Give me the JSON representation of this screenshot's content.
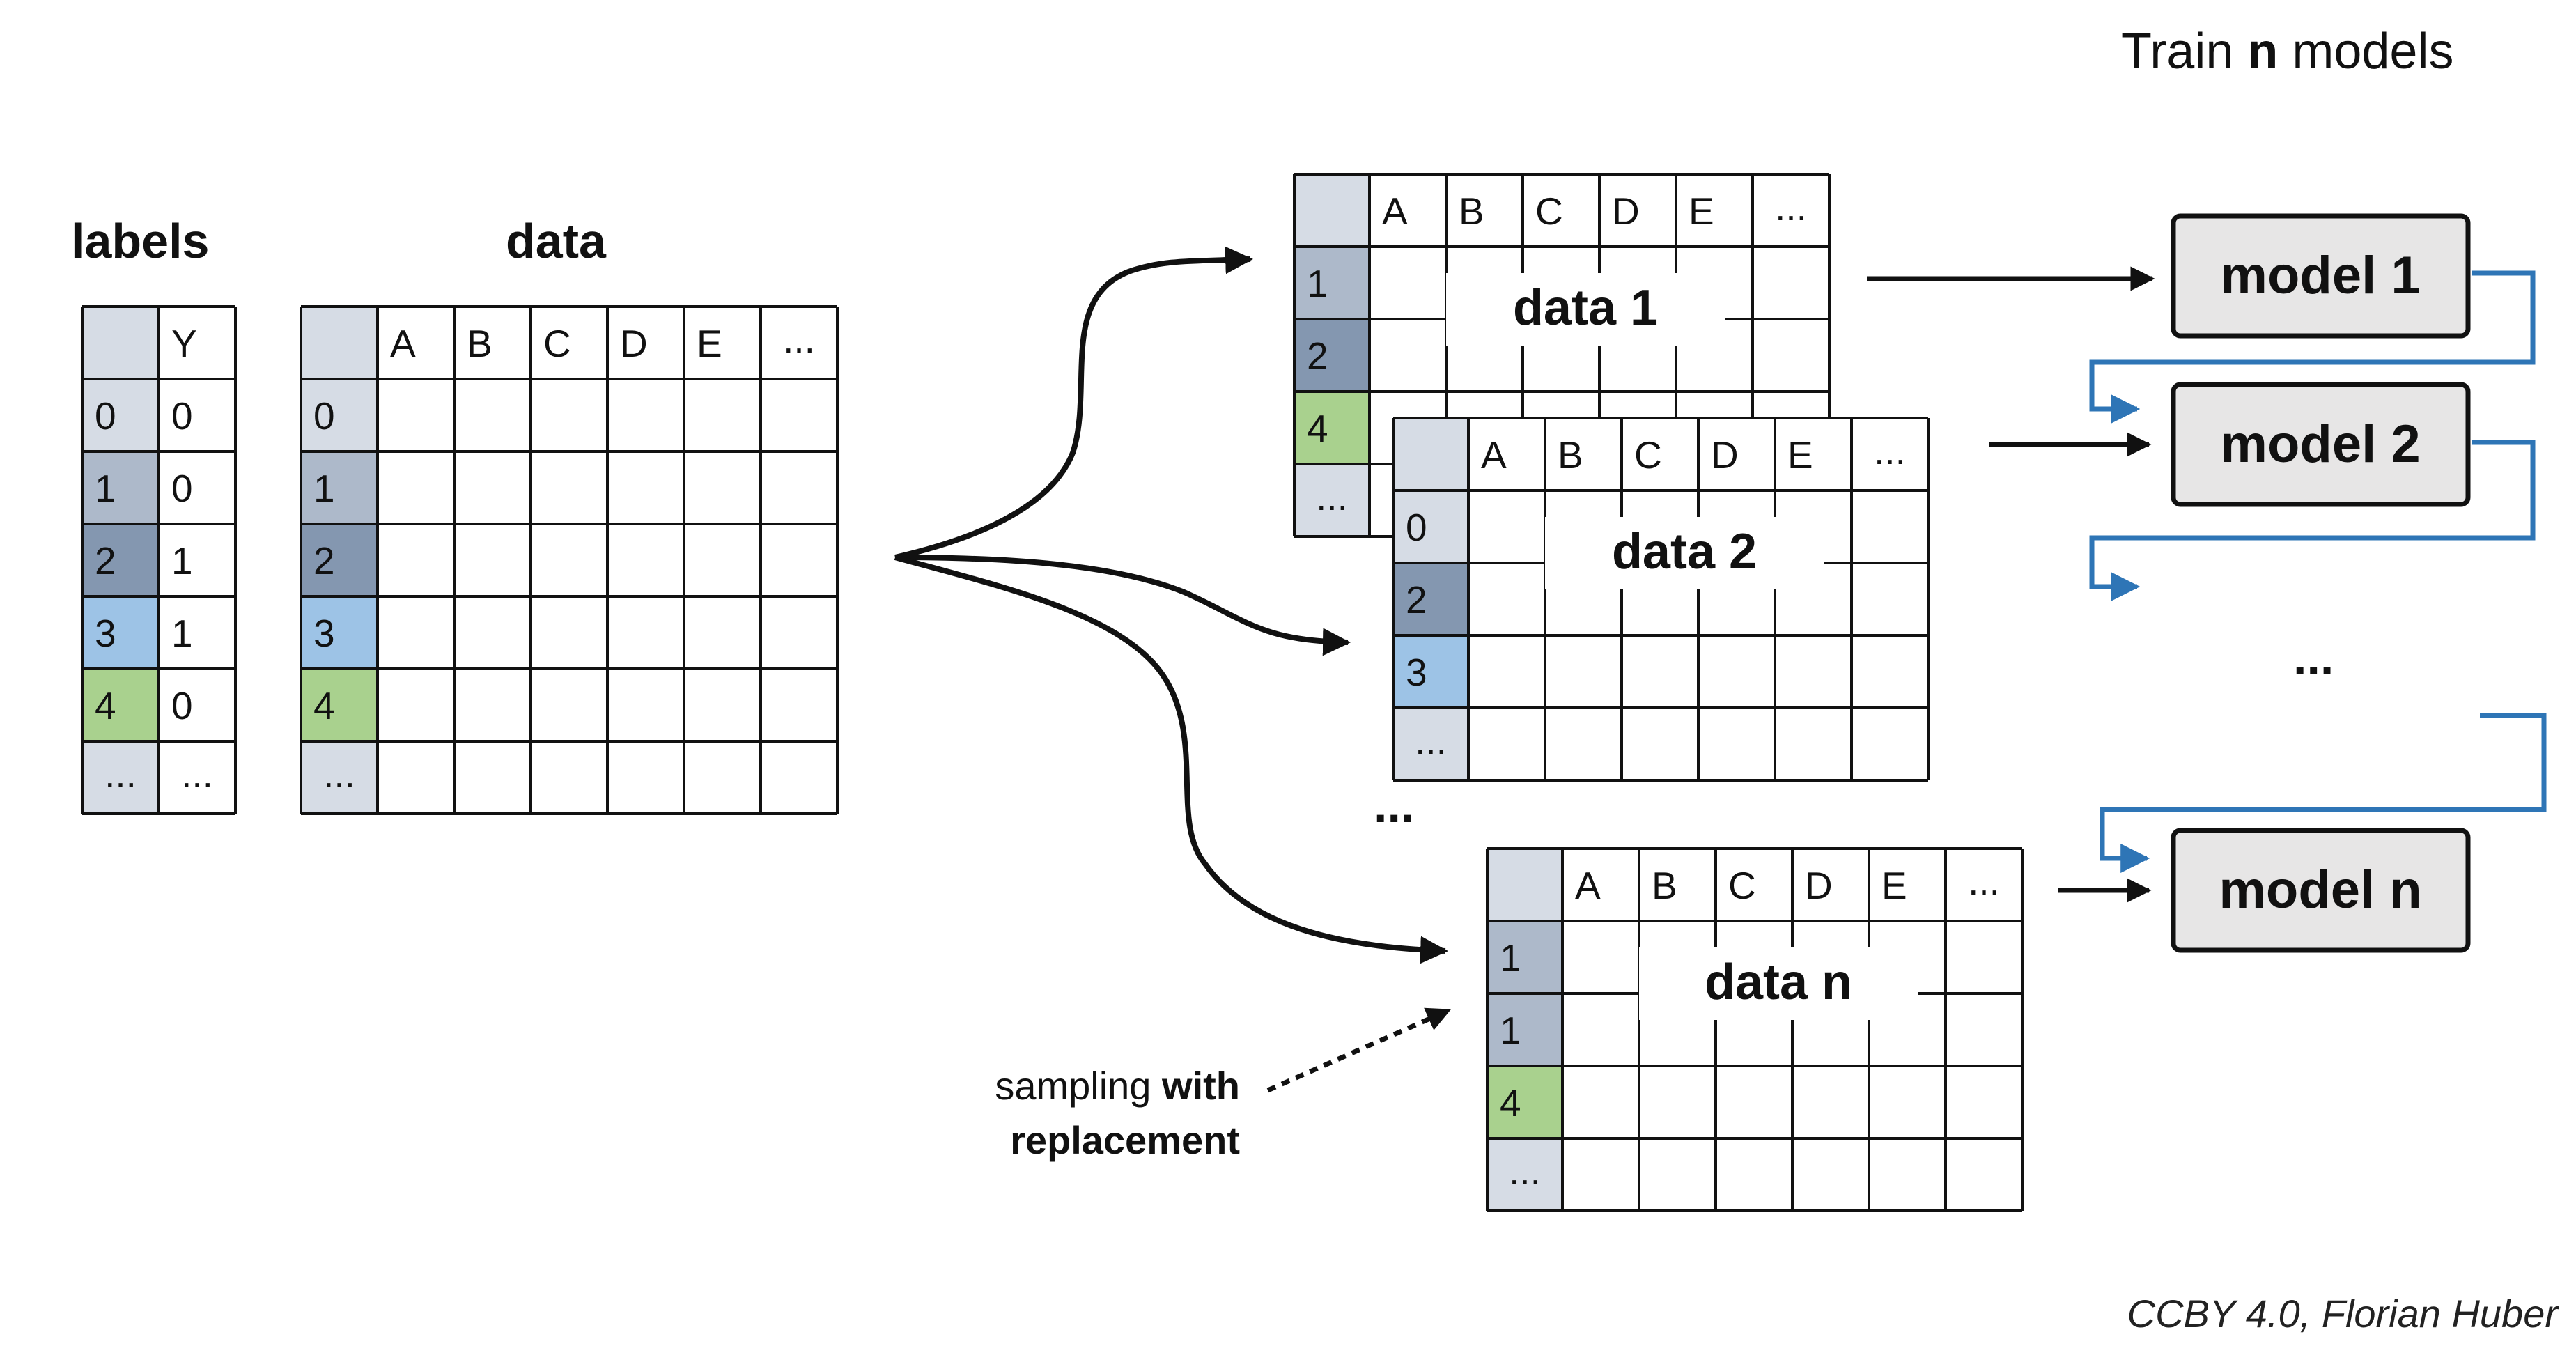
{
  "colors": {
    "grid_line": "#111111",
    "header_bg": "#d6dce5",
    "row_shade_1": "#adb9ca",
    "row_shade_2": "#8497b0",
    "row_shade_3": "#9dc3e6",
    "row_shade_4": "#a9d18e",
    "model_bg": "#e7e6e6",
    "chain_arrow": "#2e75b6"
  },
  "title": {
    "prefix": "Train ",
    "bold": "n",
    "suffix": " models"
  },
  "labels_table": {
    "heading": "labels",
    "col_header": "Y",
    "rows": [
      {
        "index": "0",
        "y": "0",
        "shade": "header_bg"
      },
      {
        "index": "1",
        "y": "0",
        "shade": "row_shade_1"
      },
      {
        "index": "2",
        "y": "1",
        "shade": "row_shade_2"
      },
      {
        "index": "3",
        "y": "1",
        "shade": "row_shade_3"
      },
      {
        "index": "4",
        "y": "0",
        "shade": "row_shade_4"
      },
      {
        "index": "...",
        "y": "...",
        "shade": "header_bg"
      }
    ]
  },
  "data_table": {
    "heading": "data",
    "columns": [
      "A",
      "B",
      "C",
      "D",
      "E",
      "..."
    ],
    "rows": [
      {
        "index": "0",
        "shade": "header_bg"
      },
      {
        "index": "1",
        "shade": "row_shade_1"
      },
      {
        "index": "2",
        "shade": "row_shade_2"
      },
      {
        "index": "3",
        "shade": "row_shade_3"
      },
      {
        "index": "4",
        "shade": "row_shade_4"
      },
      {
        "index": "...",
        "shade": "header_bg"
      }
    ]
  },
  "bootstrap_sets": [
    {
      "label": "data 1",
      "columns": [
        "A",
        "B",
        "C",
        "D",
        "E",
        "..."
      ],
      "rows": [
        {
          "index": "1",
          "shade": "row_shade_1"
        },
        {
          "index": "2",
          "shade": "row_shade_2"
        },
        {
          "index": "4",
          "shade": "row_shade_4"
        },
        {
          "index": "...",
          "shade": "header_bg"
        }
      ]
    },
    {
      "label": "data 2",
      "columns": [
        "A",
        "B",
        "C",
        "D",
        "E",
        "..."
      ],
      "rows": [
        {
          "index": "0",
          "shade": "header_bg"
        },
        {
          "index": "2",
          "shade": "row_shade_2"
        },
        {
          "index": "3",
          "shade": "row_shade_3"
        },
        {
          "index": "...",
          "shade": "header_bg"
        }
      ]
    },
    {
      "label": "data n",
      "columns": [
        "A",
        "B",
        "C",
        "D",
        "E",
        "..."
      ],
      "rows": [
        {
          "index": "1",
          "shade": "row_shade_1"
        },
        {
          "index": "1",
          "shade": "row_shade_1"
        },
        {
          "index": "4",
          "shade": "row_shade_4"
        },
        {
          "index": "...",
          "shade": "header_bg"
        }
      ]
    }
  ],
  "between_sets_ellipsis": "...",
  "models": [
    "model 1",
    "model 2",
    "model n"
  ],
  "models_ellipsis": "...",
  "sampling_note": {
    "plain": "sampling ",
    "bold_1": "with",
    "bold_2": "replacement"
  },
  "credit": "CCBY 4.0, Florian Huber"
}
